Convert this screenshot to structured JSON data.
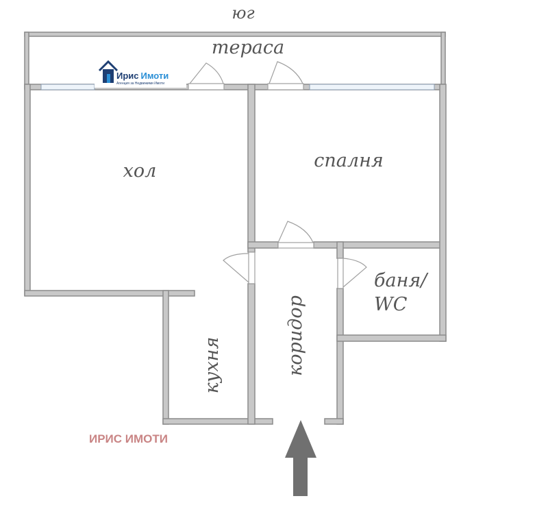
{
  "compass": {
    "direction": "юг"
  },
  "rooms": {
    "terrace": "тераса",
    "living": "хол",
    "bedroom": "спалня",
    "bathroom_line1": "баня/",
    "bathroom_line2": "WC",
    "kitchen": "кухня",
    "corridor": "коридор"
  },
  "logo": {
    "name_part1": "Ирис",
    "name_part2": "Имоти",
    "tagline": "Агенция за Недвижими Имоти",
    "colors": {
      "dark": "#1e3f73",
      "light": "#2a8fd6"
    }
  },
  "watermark": {
    "text": "ИРИС ИМОТИ",
    "color": "#c98585"
  },
  "entrance_arrow": {
    "icon": "arrow-up-icon",
    "color": "#707070"
  },
  "colors": {
    "wall": "#c8c8c8",
    "label": "#555555"
  }
}
